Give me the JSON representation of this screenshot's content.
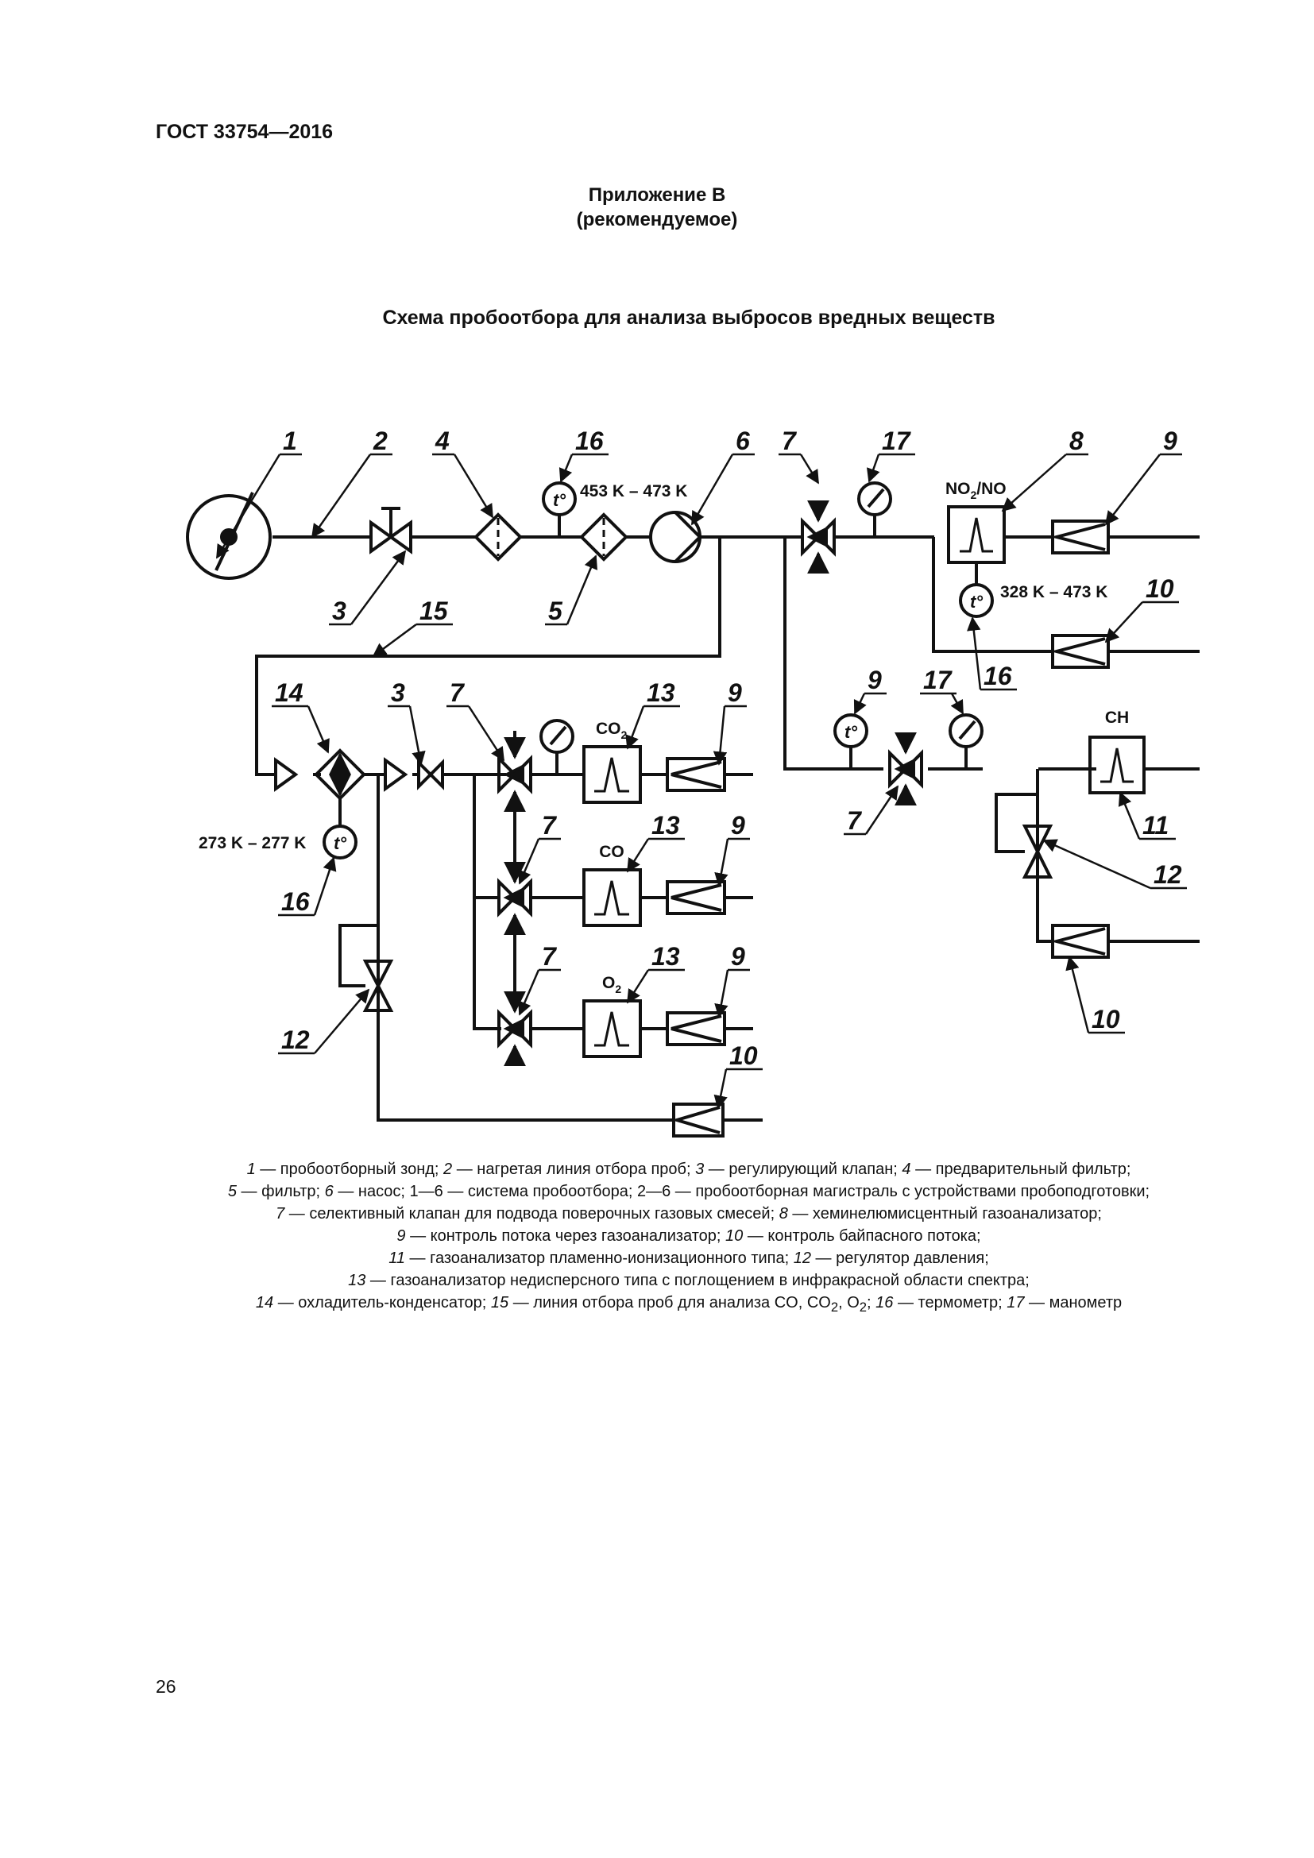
{
  "header": {
    "doc_id": "ГОСТ 33754—2016"
  },
  "appendix": {
    "line1": "Приложение В",
    "line2": "(рекомендуемое)"
  },
  "title": "Схема пробоотбора для анализа выбросов вредных веществ",
  "diagram": {
    "temp_high": "453 K – 473 K",
    "temp_no": "328 K – 473 K",
    "temp_cool": "273 K – 277 K",
    "thermo_symbol": "t°",
    "analyzers": {
      "no2": "NO",
      "no2_sub": "2",
      "no2_rest": "/NO",
      "ch": "CH",
      "co2": "CO",
      "co2_sub": "2",
      "co": "CO",
      "o2": "O",
      "o2_sub": "2"
    },
    "callouts": [
      "1",
      "2",
      "3",
      "4",
      "5",
      "6",
      "7",
      "8",
      "9",
      "10",
      "11",
      "12",
      "13",
      "14",
      "15",
      "16",
      "17"
    ]
  },
  "legend": {
    "l1": {
      "n1": "1",
      "t1": " — пробоотборный зонд; ",
      "n2": "2",
      "t2": " — нагретая линия отбора проб; ",
      "n3": "3",
      "t3": " — регулирующий клапан; ",
      "n4": "4",
      "t4": " — предварительный фильтр;"
    },
    "l2": {
      "n1": "5",
      "t1": " — фильтр; ",
      "n2": "6",
      "t2": " — насос; 1—6 — система пробоотбора; 2—6 — пробоотборная магистраль с устройствами пробоподготовки;"
    },
    "l3": {
      "n1": "7",
      "t1": " — селективный клапан для подвода поверочных газовых смесей; ",
      "n2": "8",
      "t2": " — хеминелюмисцентный газоанализатор;"
    },
    "l4": {
      "n1": "9",
      "t1": " — контроль потока через газоанализатор; ",
      "n2": "10",
      "t2": " — контроль байпасного потока;"
    },
    "l5": {
      "n1": "11",
      "t1": " — газоанализатор пламенно-ионизационного типа; ",
      "n2": "12",
      "t2": " — регулятор давления;"
    },
    "l6": {
      "n1": "13",
      "t1": " — газоанализатор недисперсного типа с поглощением в инфракрасной области спектра;"
    },
    "l7": {
      "n1": "14",
      "t1": " — охладитель-конденсатор; ",
      "n2": "15",
      "t2": " — линия отбора проб для анализа CO, CO",
      "s1": "2",
      "t3": ", O",
      "s2": "2",
      "t4": "; ",
      "n3": "16",
      "t5": " — термометр; ",
      "n4": "17",
      "t6": " — манометр"
    }
  },
  "page_number": "26"
}
